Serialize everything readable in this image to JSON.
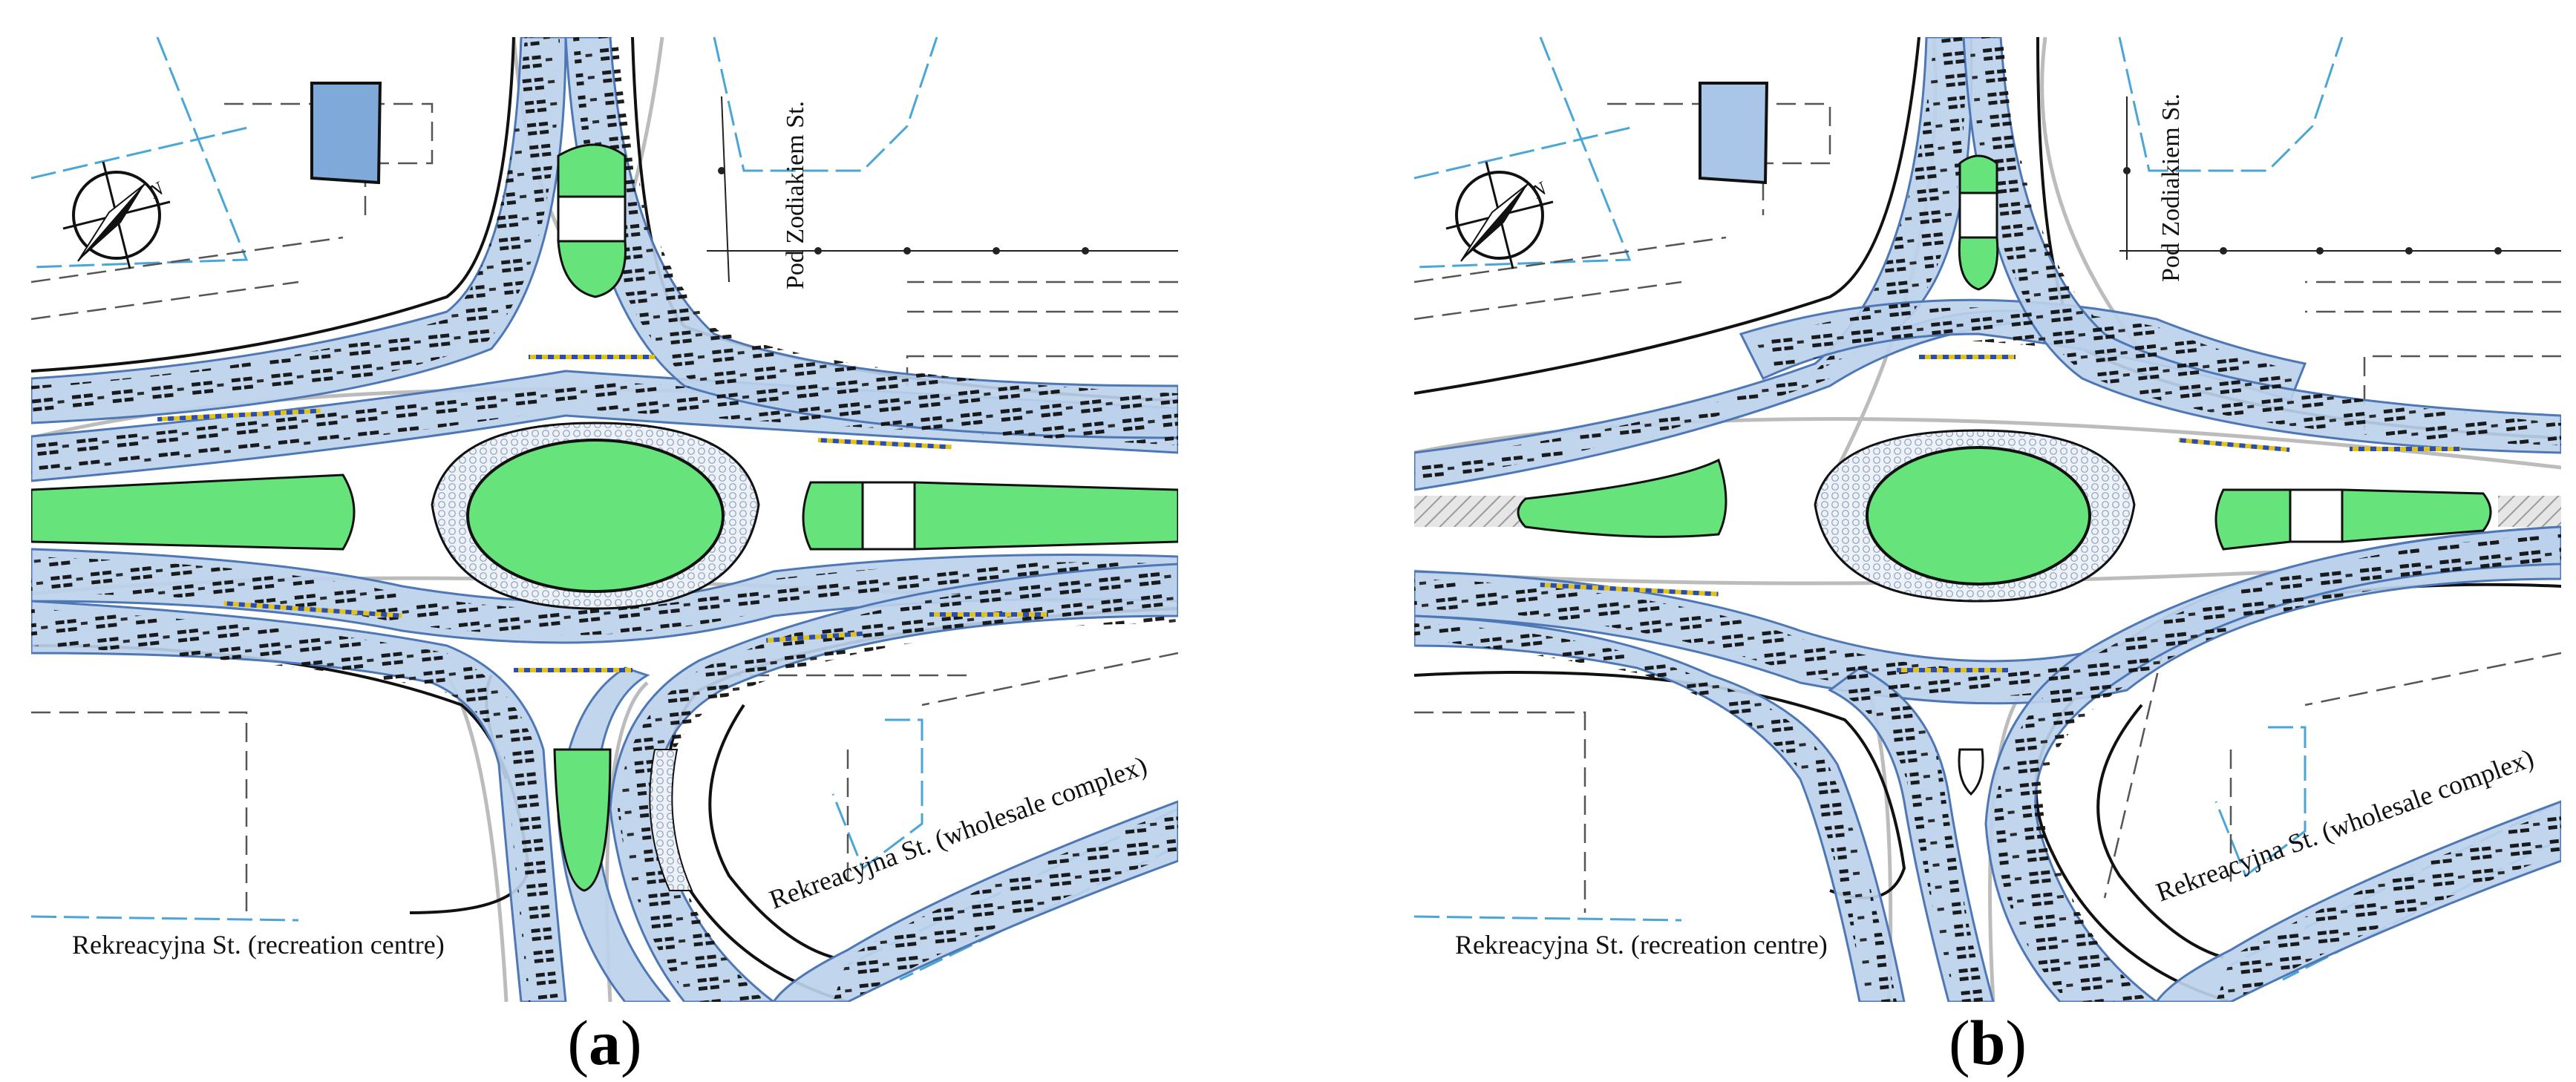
{
  "panels": [
    {
      "caption_letter": "a",
      "labels": {
        "street_north": "Pod Zodiakiem St.",
        "street_southwest": "Rekreacyjna St. (recreation centre)",
        "street_southeast": "Rekreacyjna St. (wholesale complex)",
        "compass": "N"
      }
    },
    {
      "caption_letter": "b",
      "labels": {
        "street_north": "Pod Zodiakiem St.",
        "street_southwest": "Rekreacyjna St. (recreation centre)",
        "street_southeast": "Rekreacyjna St. (wholesale complex)",
        "compass": "N"
      }
    }
  ],
  "colors": {
    "lane_fill": "#bcd1ec",
    "lane_stroke": "#4e77b5",
    "island_green": "#66e37a",
    "building_blue": "#7ea9d8",
    "building_blue_light": "#a9c6e8",
    "parcel_dash": "#4aa6d6",
    "curb_gray": "#c8c8c8",
    "hatch_gray": "#bbbbbb"
  }
}
